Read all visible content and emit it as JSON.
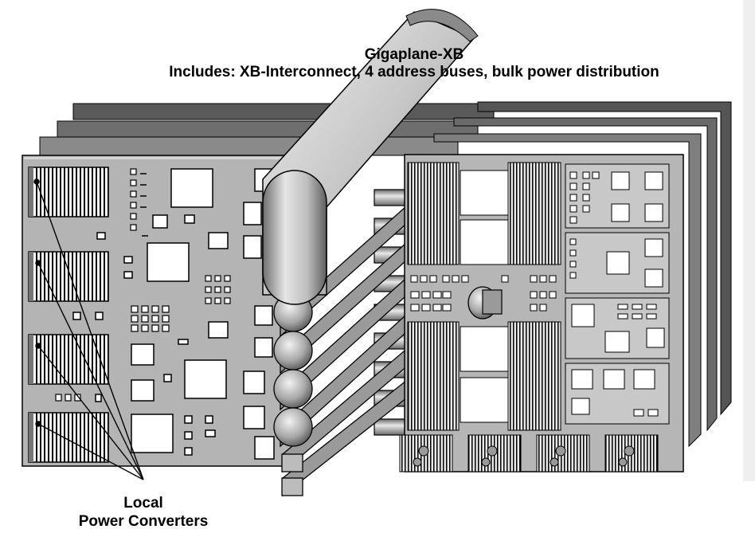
{
  "diagram": {
    "title": "Gigaplane-XB",
    "subtitle": "Includes: XB-Interconnect, 4 address buses, bulk power distribution",
    "callout_line1": "Local",
    "callout_line2": "Power Converters"
  },
  "colors": {
    "board_dark": "#5a5a5a",
    "board_mid": "#8c8c8c",
    "board_light": "#c8c8c8",
    "board_face": "#b4b4b4",
    "chip_white": "#ffffff",
    "outline": "#000000",
    "scroll_track": "#efefef"
  }
}
